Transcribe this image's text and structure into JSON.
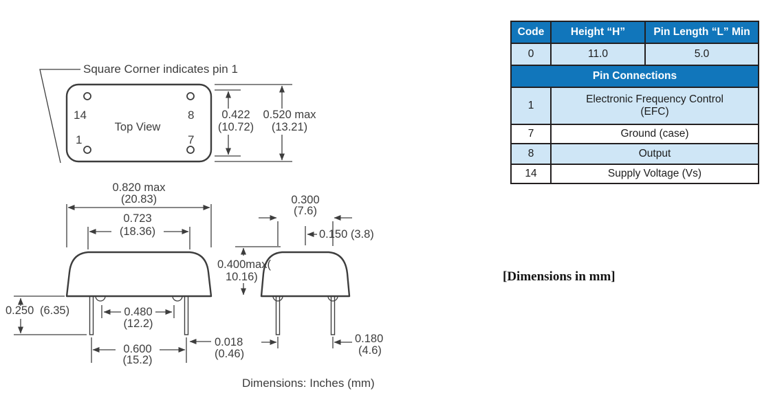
{
  "drawing": {
    "annotation": "Square Corner indicates pin 1",
    "footer": "Dimensions:  Inches (mm)",
    "top_view": {
      "label": "Top View",
      "pins": {
        "tl": "14",
        "tr": "8",
        "bl": "1",
        "br": "7"
      },
      "dims": {
        "inner_in": "0.422",
        "inner_mm": "(10.72)",
        "outer_in": "0.520 max",
        "outer_mm": "(13.21)"
      }
    },
    "front_view": {
      "dims": {
        "width_max_in": "0.820 max",
        "width_max_mm": "(20.83)",
        "lid_width_in": "0.723",
        "lid_width_mm": "(18.36)",
        "pin_length_in": "0.250",
        "pin_length_mm": "(6.35)",
        "standoff_span_in": "0.480",
        "standoff_span_mm": "(12.2)",
        "pin_dia_in": "0.018",
        "pin_dia_mm": "(0.46)",
        "pin_span_in": "0.600",
        "pin_span_mm": "(15.2)"
      }
    },
    "end_view": {
      "dims": {
        "depth_in": "0.300",
        "depth_mm": "(7.6)",
        "center_offset": "0.150  (3.8)",
        "height_in": "0.400max(",
        "height_mm": "10.16)",
        "pin_row_in": "0.180",
        "pin_row_mm": "(4.6)"
      }
    }
  },
  "table": {
    "header": {
      "code": "Code",
      "height": "Height “H”",
      "pin_length": "Pin Length “L” Min"
    },
    "size_row": {
      "code": "0",
      "height": "11.0",
      "pin_length": "5.0"
    },
    "pin_connections_title": "Pin Connections",
    "pins": [
      {
        "pin": "1",
        "function": "Electronic Frequency Control (EFC)"
      },
      {
        "pin": "7",
        "function": "Ground (case)"
      },
      {
        "pin": "8",
        "function": "Output"
      },
      {
        "pin": "14",
        "function": "Supply Voltage (Vs)"
      }
    ]
  },
  "note": "[Dimensions in mm]",
  "colors": {
    "header_blue": "#1176bb",
    "row_blue": "#cfe6f6",
    "line": "#3d3d3d"
  }
}
